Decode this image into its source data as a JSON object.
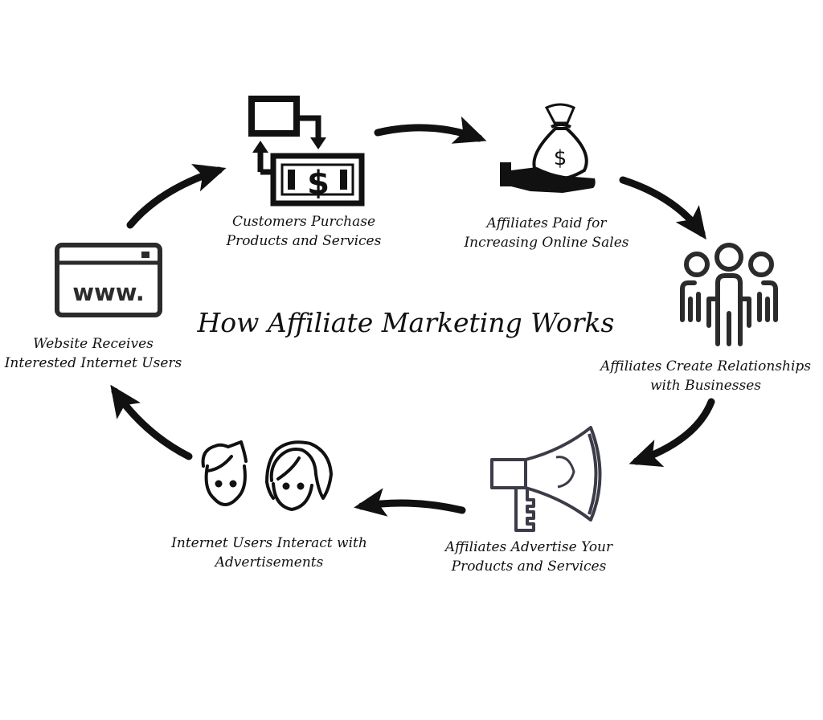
{
  "title": "How Affiliate Marketing Works",
  "steps": [
    {
      "id": "purchase",
      "icon": "purchase-transaction-icon",
      "lines": [
        "Customers Purchase",
        "Products and Services"
      ]
    },
    {
      "id": "paid",
      "icon": "money-bag-hand-icon",
      "lines": [
        "Affiliates Paid for",
        "Increasing Online Sales"
      ]
    },
    {
      "id": "relate",
      "icon": "people-group-icon",
      "lines": [
        "Affiliates Create Relationships",
        "with Businesses"
      ]
    },
    {
      "id": "advert",
      "icon": "megaphone-icon",
      "lines": [
        "Affiliates Advertise Your",
        "Products and Services"
      ]
    },
    {
      "id": "interact",
      "icon": "two-users-faces-icon",
      "lines": [
        "Internet Users Interact with",
        "Advertisements"
      ]
    },
    {
      "id": "website",
      "icon": "website-browser-icon",
      "lines": [
        "Website Receives",
        "Interested Internet Users"
      ]
    }
  ],
  "icon_text": {
    "dollar": "$",
    "www": "www."
  },
  "colors": {
    "ink": "#111111",
    "icon_dark": "#2b2b2b",
    "megaphone": "#3b3c48",
    "background": "#ffffff"
  }
}
